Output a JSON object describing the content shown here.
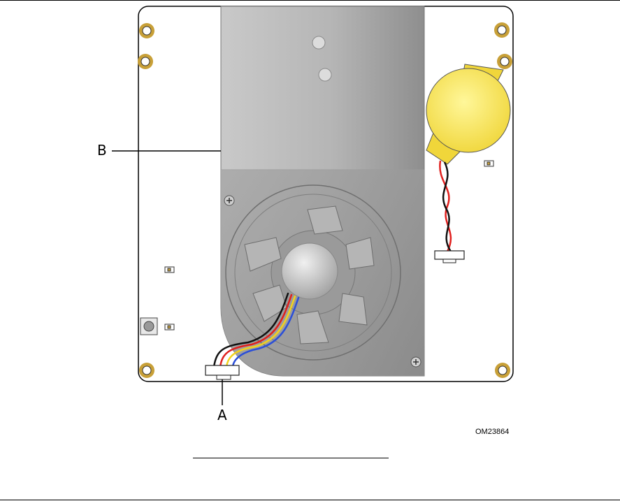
{
  "callouts": {
    "a": "A",
    "b": "B"
  },
  "figure_id": "OM23864",
  "components": {
    "board": "board-outline",
    "fan": "blower-fan",
    "heatsink": "heatsink-top",
    "battery": "coin-cell-battery",
    "fan_connector": "fan-header-connector",
    "battery_connector": "battery-connector",
    "button": "push-button"
  },
  "colors": {
    "board_outline": "#000000",
    "standoff_ring": "#c8a038",
    "battery_yellow": "#f7e24a",
    "wire_red": "#e0201e",
    "wire_black": "#111111",
    "wire_yellow": "#f2d21c",
    "wire_blue": "#2b4fd8"
  }
}
